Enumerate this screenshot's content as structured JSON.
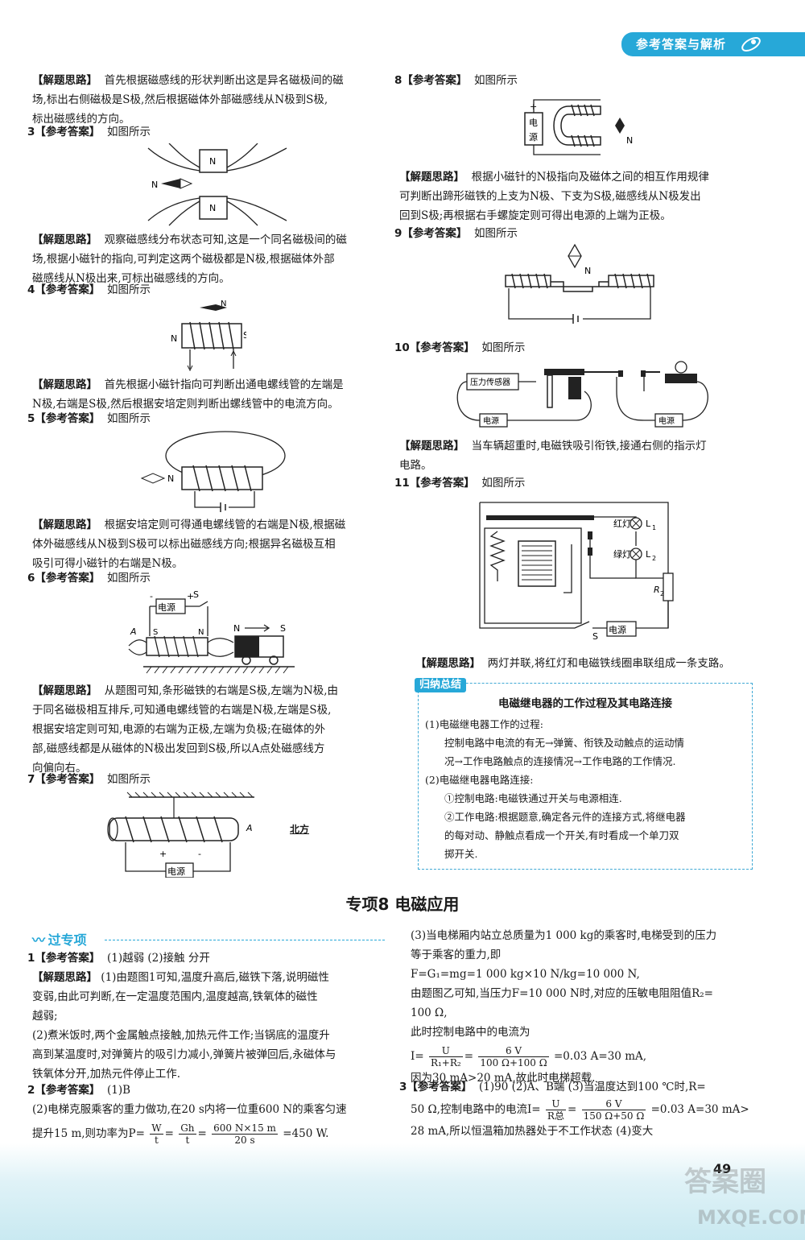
{
  "header": {
    "banner": "参考答案与解析"
  },
  "labels": {
    "answer": "【参考答案】",
    "analysis": "【解题思路】",
    "as_shown": "如图所示"
  },
  "left": {
    "q2_analysis": [
      "首先根据磁感线的形状判断出这是异名磁极间的磁",
      "场,标出右侧磁极是S极,然后根据磁体外部磁感线从N极到S极,",
      "标出磁感线的方向。"
    ],
    "q3": {
      "num": "3",
      "analysis": [
        "观察磁感线分布状态可知,这是一个同名磁极间的磁",
        "场,根据小磁针的指向,可判定这两个磁极都是N极,根据磁体外部",
        "磁感线从N极出来,可标出磁感线的方向。"
      ]
    },
    "q4": {
      "num": "4",
      "analysis": [
        "首先根据小磁针指向可判断出通电螺线管的左端是",
        "N极,右端是S极,然后根据安培定则判断出螺线管中的电流方向。"
      ]
    },
    "q5": {
      "num": "5",
      "analysis": [
        "根据安培定则可得通电螺线管的右端是N极,根据磁",
        "体外磁感线从N极到S极可以标出磁感线方向;根据异名磁极互相",
        "吸引可得小磁针的右端是N极。"
      ]
    },
    "q6": {
      "num": "6",
      "analysis": [
        "从题图可知,条形磁铁的右端是S极,左端为N极,由",
        "于同名磁极相互排斥,可知通电螺线管的右端是N极,左端是S极,",
        "根据安培定则可知,电源的右端为正极,左端为负极;在磁体的外",
        "部,磁感线都是从磁体的N极出发回到S极,所以A点处磁感线方",
        "向偏向右。"
      ]
    },
    "q7": {
      "num": "7",
      "north": "北方"
    }
  },
  "right": {
    "q8": {
      "num": "8",
      "analysis": [
        "根据小磁针的N极指向及磁体之间的相互作用规律",
        "可判断出蹄形磁铁的上支为N极、下支为S极,磁感线从N极发出",
        "回到S极;再根据右手螺旋定则可得出电源的上端为正极。"
      ]
    },
    "q9": {
      "num": "9"
    },
    "q10": {
      "num": "10",
      "analysis": [
        "当车辆超重时,电磁铁吸引衔铁,接通右侧的指示灯",
        "电路。"
      ]
    },
    "q11": {
      "num": "11",
      "analysis": "两灯并联,将红灯和电磁铁线圈串联组成一条支路。"
    }
  },
  "summary": {
    "tag": "归纳总结",
    "title": "电磁继电器的工作过程及其电路连接",
    "lines": [
      "(1)电磁继电器工作的过程:",
      "控制电路中电流的有无→弹簧、衔铁及动触点的运动情",
      "况→工作电路触点的连接情况→工作电路的工作情况.",
      "(2)电磁继电器电路连接:",
      "①控制电路:电磁铁通过开关与电源相连.",
      "②工作电路:根据题意,确定各元件的连接方式,将继电器",
      "的每对动、静触点看成一个开关,有时看成一个单刀双",
      "掷开关."
    ]
  },
  "section": {
    "title": "专项8  电磁应用",
    "sub": "过专项"
  },
  "p1": {
    "num": "1",
    "answer": "(1)越弱 (2)接触 分开",
    "analysis": [
      "(1)由题图1可知,温度升高后,磁铁下落,说明磁性",
      "变弱,由此可判断,在一定温度范围内,温度越高,铁氧体的磁性",
      "越弱;",
      "(2)煮米饭时,两个金属触点接触,加热元件工作;当锅底的温度升",
      "高到某温度时,对弹簧片的吸引力减小,弹簧片被弹回后,永磁体与",
      "铁氧体分开,加热元件停止工作."
    ]
  },
  "p2": {
    "num": "2",
    "answer": "(1)B",
    "line1": "(2)电梯克服乘客的重力做功,在20 s内将一位重600 N的乘客匀速",
    "line2": "提升15 m,则功率为P=",
    "f1t": "W",
    "f1b": "t",
    "f2t": "Gh",
    "f2b": "t",
    "f3t": "600 N×15 m",
    "f3b": "20 s",
    "result": "=450 W."
  },
  "p2r": {
    "lines": [
      "(3)当电梯厢内站立总质量为1 000 kg的乘客时,电梯受到的压力",
      "等于乘客的重力,即",
      "F=G₁=mg=1 000 kg×10 N/kg=10 000 N,",
      "由题图乙可知,当压力F=10 000 N时,对应的压敏电阻阻值R₂=",
      "100 Ω,",
      "此时控制电路中的电流为"
    ],
    "eq_pre": "I=",
    "ft1": "U",
    "fb1": "R₁+R₂",
    "ft2": "6 V",
    "fb2": "100 Ω+100 Ω",
    "eq_post": "=0.03 A=30 mA,",
    "final": "因为30 mA>20 mA,故此时电梯超载."
  },
  "p3": {
    "num": "3",
    "answer": "(1)90  (2)A、B端  (3)当温度达到100 ℃时,R=",
    "l2pre": "50 Ω,控制电路中的电流I=",
    "ft1": "U",
    "fb1": "R总",
    "ft2": "6 V",
    "fb2": "150 Ω+50 Ω",
    "l2post": "=0.03 A=30 mA>",
    "l3": "28 mA,所以恒温箱加热器处于不工作状态  (4)变大"
  },
  "fig_labels": {
    "N": "N",
    "S": "S",
    "A": "A",
    "L1": "L",
    "L2": "L",
    "R2": "R",
    "power": "电源",
    "sensor": "压力传感器",
    "red": "红灯",
    "green": "绿灯",
    "plus": "+",
    "minus": "-",
    "sub1": "1",
    "sub2": "2"
  },
  "footer": {
    "page": "49",
    "watermark": "答案圈",
    "watermark_url": "MXQE.COM"
  }
}
